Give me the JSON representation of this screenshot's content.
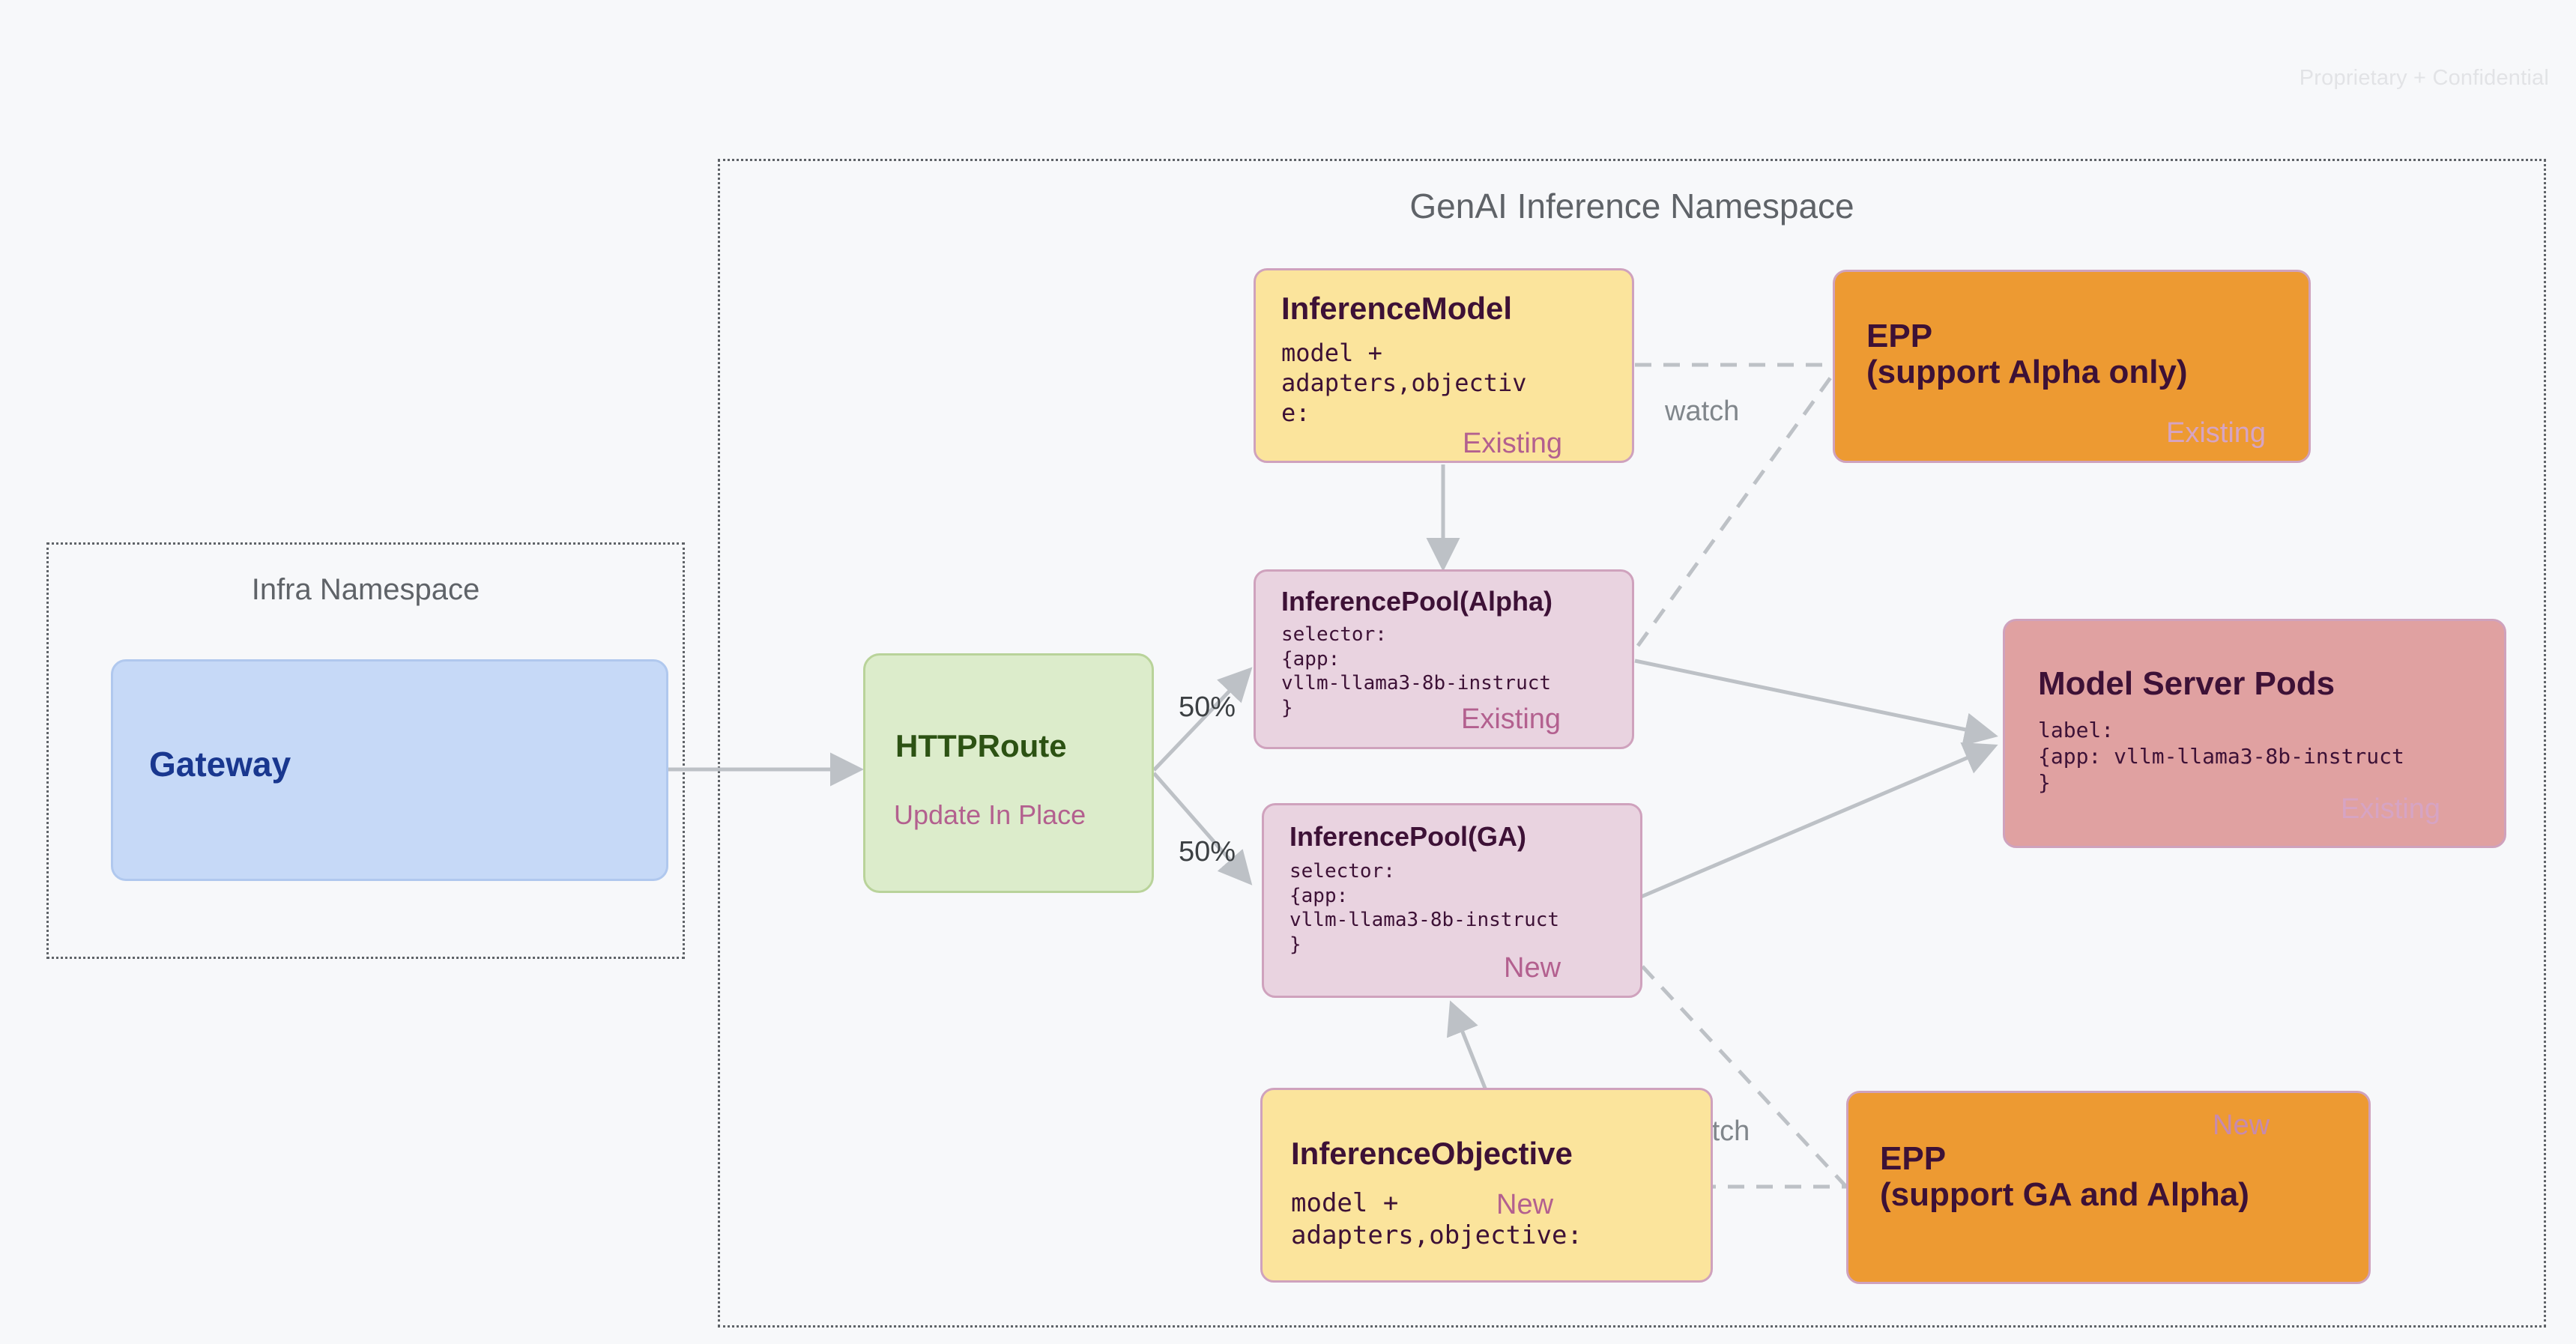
{
  "page": {
    "confidential_note": "Proprietary + Confidential",
    "background_color": "#f7f8fa"
  },
  "namespaces": [
    {
      "id": "infra",
      "title": "Infra Namespace"
    },
    {
      "id": "genai",
      "title": "GenAI Inference Namespace"
    }
  ],
  "nodes": {
    "gateway": {
      "title": "Gateway",
      "color": "#c6d9f7",
      "text_color": "#19378f"
    },
    "httproute": {
      "title": "HTTPRoute",
      "tag": "Update In Place",
      "color": "#dceccb",
      "text_color": "#2c5213"
    },
    "inference_model": {
      "title": "InferenceModel",
      "body": "model +\nadapters,objectiv\ne:",
      "tag": "Existing",
      "color": "#fbe49c"
    },
    "inference_pool_alpha": {
      "title": "InferencePool(Alpha)",
      "body": "selector:\n{app:\nvllm-llama3-8b-instruct\n}",
      "tag": "Existing",
      "color": "#e9d3e0"
    },
    "inference_pool_ga": {
      "title": "InferencePool(GA)",
      "body": "selector:\n{app:\nvllm-llama3-8b-instruct\n}",
      "tag": "New",
      "color": "#e9d3e0"
    },
    "inference_objective": {
      "title": "InferenceObjective",
      "body": "model +\nadapters,objective:",
      "tag": "New",
      "color": "#fbe49c"
    },
    "epp_alpha": {
      "title": "EPP\n(support Alpha only)",
      "tag": "Existing",
      "color": "#ed9a32"
    },
    "epp_ga": {
      "title": "EPP\n(support GA and Alpha)",
      "tag": "New",
      "color": "#ed9a32"
    },
    "model_server_pods": {
      "title": "Model Server Pods",
      "body": "label:\n{app: vllm-llama3-8b-instruct\n}",
      "tag": "Existing",
      "color": "#e0a1a1"
    }
  },
  "edges": {
    "split_top_label": "50%",
    "split_bottom_label": "50%",
    "watch_top_label": "watch",
    "watch_bottom_label": "watch"
  },
  "colors": {
    "accent_tag": "#b3608f",
    "edge_line": "#bdc1c6",
    "namespace_border": "#5f6368",
    "node_border": "#cfa2bd"
  }
}
